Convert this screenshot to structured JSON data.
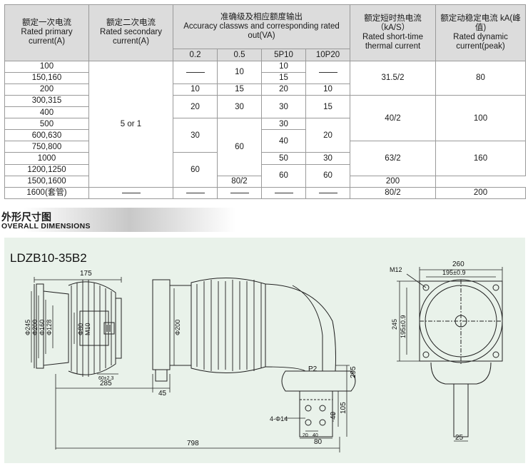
{
  "table": {
    "headers": {
      "primary": {
        "cn": "额定一次电流",
        "en": "Rated primary current(A)"
      },
      "secondary": {
        "cn": "额定二次电流",
        "en": "Rated secondary current(A)"
      },
      "accuracy": {
        "cn": "准确级及相应额度输出",
        "en": "Accuracy classws and corresponding rated out(VA)"
      },
      "thermal": {
        "cn": "额定短时热电流（kA/S）",
        "en": "Rated short-time thermal current"
      },
      "dynamic": {
        "cn": "额定动稳定电流 kA(峰值)",
        "en": "Rated dynamic current(peak)"
      }
    },
    "classes": [
      "0.2",
      "0.5",
      "5P10",
      "10P20"
    ],
    "primary_currents": [
      "100",
      "150,160",
      "200",
      "300,315",
      "400",
      "500",
      "600,630",
      "750,800",
      "1000",
      "1200,1250",
      "1500,1600",
      "1600(套管)"
    ],
    "secondary_value": "5 or 1",
    "values": {
      "c02": [
        "10",
        "20",
        "30",
        "60"
      ],
      "c05": [
        "10",
        "15",
        "30",
        "60"
      ],
      "c5p10": [
        "10",
        "15",
        "20",
        "30",
        "30",
        "40",
        "50",
        "60"
      ],
      "c10p20": [
        "10",
        "15",
        "20",
        "30",
        "60"
      ],
      "thermal": [
        "31.5/2",
        "40/2",
        "63/2",
        "80/2",
        "80/2"
      ],
      "dynamic": [
        "80",
        "100",
        "160",
        "200",
        "200"
      ]
    }
  },
  "section": {
    "title_cn": "外形尺寸图",
    "title_en": "OVERALL DIMENSIONS"
  },
  "drawing": {
    "model": "LDZB10-35B2",
    "dims": {
      "d175": "175",
      "d285": "285",
      "d45": "45",
      "d60x23": "60±2.3",
      "d798": "798",
      "d295": "295",
      "d105": "105",
      "d40v": "40",
      "d20": "20",
      "d40h": "40",
      "d80": "80",
      "holes": "4-Φ14",
      "p2": "P2",
      "phi245": "Φ245",
      "phi200a": "Φ200",
      "phi160": "Φ160",
      "phi128": "Φ128",
      "phi80": "Φ80",
      "m10": "M10",
      "phi200b": "Φ200",
      "d260": "260",
      "d195h": "195±0.9",
      "m12": "M12",
      "d245": "245",
      "d195v": "195±0.9",
      "d25": "25"
    }
  }
}
